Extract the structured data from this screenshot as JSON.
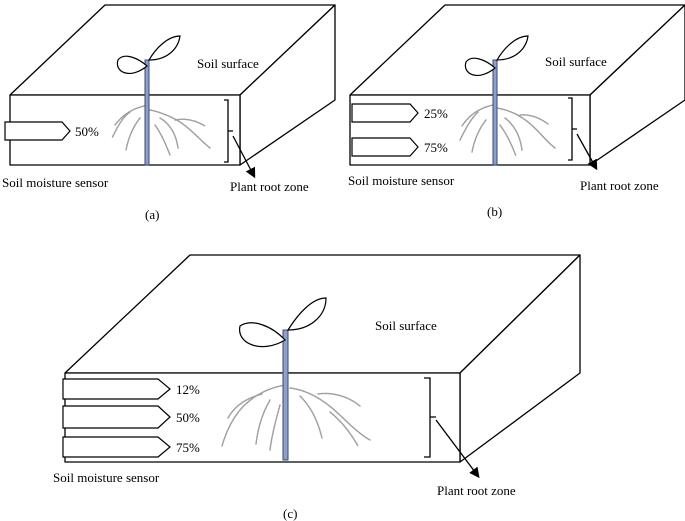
{
  "panels": [
    {
      "caption": "(a)",
      "surface_label": "Soil surface",
      "zone_label": "Plant root zone",
      "sensor_label": "Soil moisture sensor",
      "sensors": [
        "50%"
      ]
    },
    {
      "caption": "(b)",
      "surface_label": "Soil surface",
      "zone_label": "Plant root zone",
      "sensor_label": "Soil moisture sensor",
      "sensors": [
        "25%",
        "75%"
      ]
    },
    {
      "caption": "(c)",
      "surface_label": "Soil surface",
      "zone_label": "Plant root zone",
      "sensor_label": "Soil moisture sensor",
      "sensors": [
        "12%",
        "50%",
        "75%"
      ]
    }
  ],
  "colors": {
    "stem": "#8fa0c8",
    "roots": "#a0a0a0"
  }
}
